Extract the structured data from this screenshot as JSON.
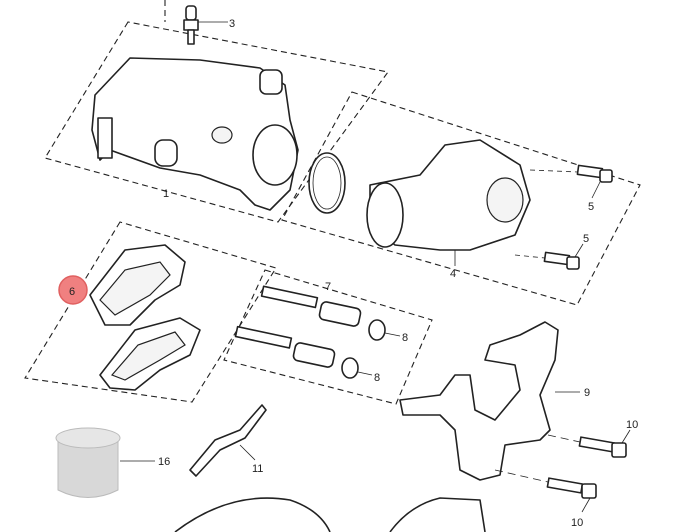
{
  "diagram": {
    "callouts": {
      "c1": "1",
      "c3": "3",
      "c4": "4",
      "c5a": "5",
      "c5b": "5",
      "c6": "6",
      "c7": "7",
      "c8a": "8",
      "c8b": "8",
      "c9": "9",
      "c10a": "10",
      "c10b": "10",
      "c11": "11",
      "c16": "16"
    },
    "highlight_color": "#f08080",
    "selected_callout": "6"
  }
}
